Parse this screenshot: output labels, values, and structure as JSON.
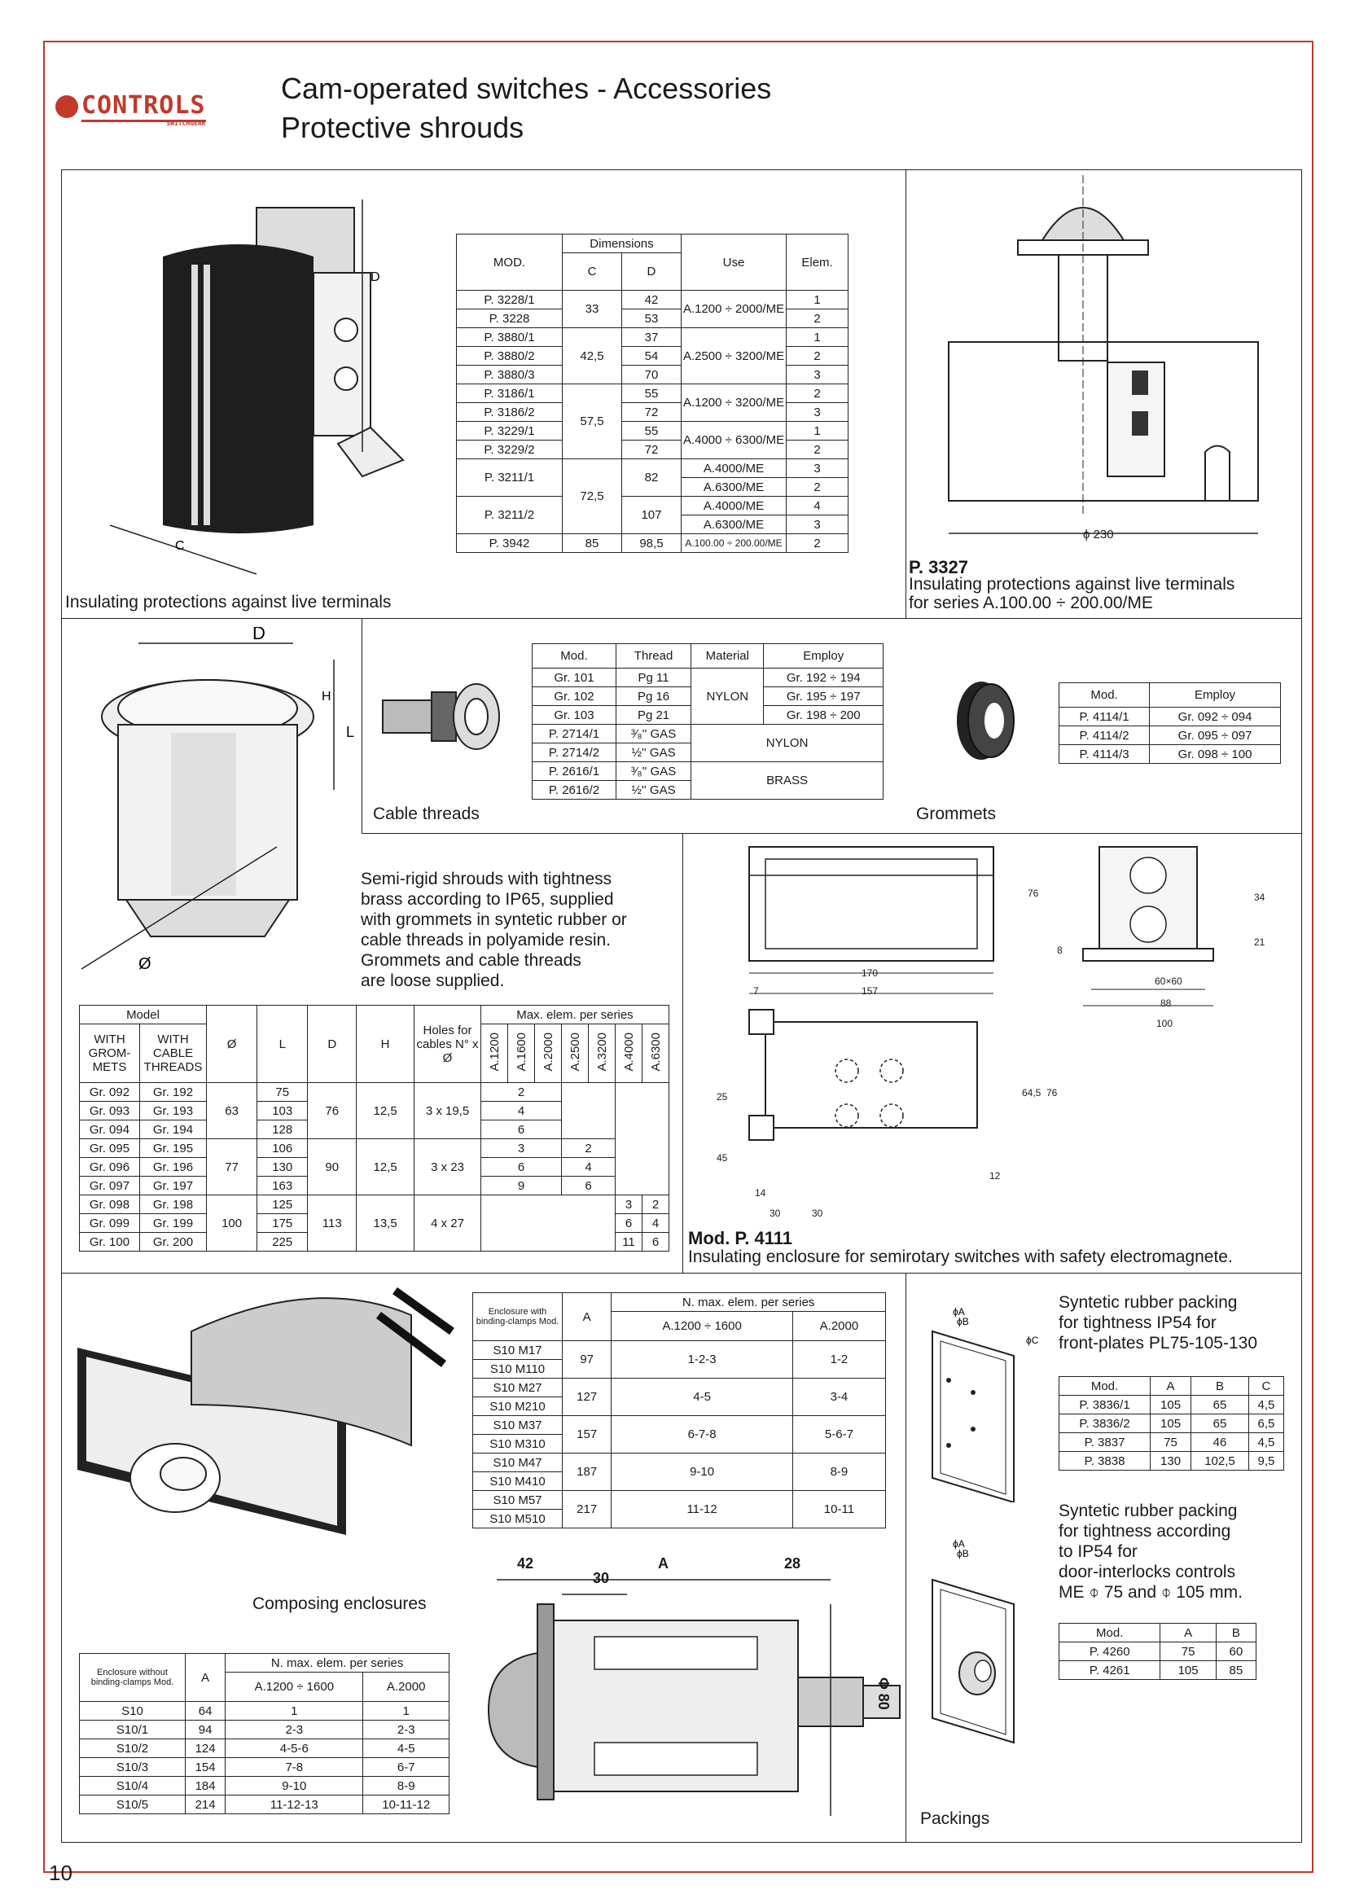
{
  "header": {
    "logo": "CONTROLS",
    "logo_sub": "SWITCHGEAR",
    "title_line1": "Cam-operated switches - Accessories",
    "title_line2": "Protective shrouds"
  },
  "page_number": "10",
  "section1": {
    "caption": "Insulating protections against live terminals",
    "drawing_labels": {
      "c": "C",
      "d": "D"
    },
    "table": {
      "headers": {
        "mod": "MOD.",
        "dimensions": "Dimensions",
        "c": "C",
        "d": "D",
        "use": "Use",
        "elem": "Elem."
      },
      "rows": [
        [
          "P. 3228/1",
          "33",
          "42",
          "A.1200 ÷ 2000/ME",
          "1"
        ],
        [
          "P. 3228",
          "",
          "53",
          "",
          "2"
        ],
        [
          "P. 3880/1",
          "42,5",
          "37",
          "",
          "1"
        ],
        [
          "P. 3880/2",
          "",
          "54",
          "A.2500 ÷ 3200/ME",
          "2"
        ],
        [
          "P. 3880/3",
          "",
          "70",
          "",
          "3"
        ],
        [
          "P. 3186/1",
          "57,5",
          "55",
          "A.1200 ÷ 3200/ME",
          "2"
        ],
        [
          "P. 3186/2",
          "",
          "72",
          "",
          "3"
        ],
        [
          "P. 3229/1",
          "",
          "55",
          "A.4000 ÷ 6300/ME",
          "1"
        ],
        [
          "P. 3229/2",
          "",
          "72",
          "",
          "2"
        ],
        [
          "P. 3211/1",
          "72,5",
          "82",
          "A.4000/ME",
          "3"
        ],
        [
          "",
          "",
          "",
          "A.6300/ME",
          "2"
        ],
        [
          "P. 3211/2",
          "",
          "107",
          "A.4000/ME",
          "4"
        ],
        [
          "",
          "",
          "",
          "A.6300/ME",
          "3"
        ],
        [
          "P. 3942",
          "85",
          "98,5",
          "A.100.00 ÷ 200.00/ME",
          "2"
        ]
      ]
    }
  },
  "p3327": {
    "dim": "ϕ 230",
    "title": "P. 3327",
    "desc1": "Insulating protections against live terminals",
    "desc2": "for series A.100.00 ÷ 200.00/ME"
  },
  "shroud_labels": {
    "d": "D",
    "h": "H",
    "l": "L",
    "phi": "Ø"
  },
  "cable_threads": {
    "caption": "Cable threads",
    "headers": {
      "mod": "Mod.",
      "thread": "Thread",
      "material": "Material",
      "employ": "Employ"
    },
    "rows": [
      [
        "Gr. 101",
        "Pg 11",
        "Gr. 192 ÷ 194"
      ],
      [
        "Gr. 102",
        "Pg 16",
        "Gr. 195 ÷ 197"
      ],
      [
        "Gr. 103",
        "Pg 21",
        "Gr. 198 ÷ 200"
      ],
      [
        "P. 2714/1",
        "³⁄₈'' GAS",
        ""
      ],
      [
        "P. 2714/2",
        "½'' GAS",
        ""
      ],
      [
        "P. 2616/1",
        "³⁄₈'' GAS",
        ""
      ],
      [
        "P. 2616/2",
        "½'' GAS",
        ""
      ]
    ],
    "materials": {
      "nylon1": "NYLON",
      "nylon2": "NYLON",
      "brass": "BRASS"
    }
  },
  "grommets": {
    "caption": "Grommets",
    "headers": {
      "mod": "Mod.",
      "employ": "Employ"
    },
    "rows": [
      [
        "P. 4114/1",
        "Gr. 092 ÷ 094"
      ],
      [
        "P. 4114/2",
        "Gr. 095 ÷ 097"
      ],
      [
        "P. 4114/3",
        "Gr. 098 ÷ 100"
      ]
    ]
  },
  "semirigid": {
    "lines": [
      "Semi-rigid shrouds with tightness",
      "brass according to IP65, supplied",
      "with grommets in syntetic rubber or",
      "cable threads in polyamide resin.",
      "Grommets and cable threads",
      "are loose supplied."
    ]
  },
  "model_table": {
    "headers": {
      "model": "Model",
      "with_grommets": "WITH GROM- METS",
      "with_cable_threads": "WITH CABLE THREADS",
      "phi": "Ø",
      "l": "L",
      "d": "D",
      "h": "H",
      "holes": "Holes for cables N° x Ø",
      "max_elem": "Max. elem. per series",
      "series": [
        "A.1200",
        "A.1600",
        "A.2000",
        "A.2500",
        "A.3200",
        "A.4000",
        "A.6300"
      ]
    },
    "rows": [
      {
        "g": "Gr. 092",
        "c": "Gr. 192",
        "l": "75",
        "e1": "2",
        "e2": "",
        "e3": "",
        "": ""
      },
      {
        "g": "Gr. 093",
        "c": "Gr. 193",
        "l": "103",
        "e1": "4",
        "e2": "",
        "e3": ""
      },
      {
        "g": "Gr. 094",
        "c": "Gr. 194",
        "l": "128",
        "e1": "6",
        "e2": "",
        "e3": ""
      },
      {
        "g": "Gr. 095",
        "c": "Gr. 195",
        "l": "106",
        "e1": "3",
        "e2": "2",
        "e3": ""
      },
      {
        "g": "Gr. 096",
        "c": "Gr. 196",
        "l": "130",
        "e1": "6",
        "e2": "4",
        "e3": ""
      },
      {
        "g": "Gr. 097",
        "c": "Gr. 197",
        "l": "163",
        "e1": "9",
        "e2": "6",
        "e3": ""
      },
      {
        "g": "Gr. 098",
        "c": "Gr. 198",
        "l": "125",
        "e1": "",
        "e2": "",
        "e3": "3",
        "e4": "2"
      },
      {
        "g": "Gr. 099",
        "c": "Gr. 199",
        "l": "175",
        "e1": "",
        "e2": "",
        "e3": "6",
        "e4": "4"
      },
      {
        "g": "Gr. 100",
        "c": "Gr. 200",
        "l": "225",
        "e1": "",
        "e2": "",
        "e3": "11",
        "e4": "6"
      }
    ],
    "groups": [
      {
        "phi": "63",
        "d": "76",
        "h": "12,5",
        "holes": "3 x 19,5"
      },
      {
        "phi": "77",
        "d": "90",
        "h": "12,5",
        "holes": "3 x 23"
      },
      {
        "phi": "100",
        "d": "113",
        "h": "13,5",
        "holes": "4 x 27"
      }
    ]
  },
  "p4111": {
    "title": "Mod. P. 4111",
    "desc": "Insulating enclosure for semirotary switches with safety electromagnete.",
    "dims": {
      "d170": "170",
      "d157": "157",
      "d7": "7",
      "d76a": "76",
      "d34": "34",
      "d21": "21",
      "d8": "8",
      "d60": "60×60",
      "d88": "88",
      "d100": "100",
      "d25": "25",
      "d45": "45",
      "d645": "64,5",
      "d76b": "76",
      "d12": "12",
      "d14": "14",
      "d30a": "30",
      "d30b": "30"
    }
  },
  "composing": {
    "caption": "Composing enclosures",
    "with_clamps": {
      "header_mod": "Enclosure with binding-clamps Mod.",
      "header_a": "A",
      "header_n": "N. max. elem. per series",
      "series": [
        "A.1200 ÷ 1600",
        "A.2000"
      ],
      "rows": [
        [
          "S10 M17",
          "S10 M110",
          "97",
          "1-2-3",
          "1-2"
        ],
        [
          "S10 M27",
          "S10 M210",
          "127",
          "4-5",
          "3-4"
        ],
        [
          "S10 M37",
          "S10 M310",
          "157",
          "6-7-8",
          "5-6-7"
        ],
        [
          "S10 M47",
          "S10 M410",
          "187",
          "9-10",
          "8-9"
        ],
        [
          "S10 M57",
          "S10 M510",
          "217",
          "11-12",
          "10-11"
        ]
      ]
    },
    "without_clamps": {
      "header_mod": "Enclosure without binding-clamps Mod.",
      "header_a": "A",
      "header_n": "N. max. elem. per series",
      "series": [
        "A.1200 ÷ 1600",
        "A.2000"
      ],
      "rows": [
        [
          "S10",
          "64",
          "1",
          "1"
        ],
        [
          "S10/1",
          "94",
          "2-3",
          "2-3"
        ],
        [
          "S10/2",
          "124",
          "4-5-6",
          "4-5"
        ],
        [
          "S10/3",
          "154",
          "7-8",
          "6-7"
        ],
        [
          "S10/4",
          "184",
          "9-10",
          "8-9"
        ],
        [
          "S10/5",
          "214",
          "11-12-13",
          "10-11-12"
        ]
      ]
    },
    "dims": {
      "d42": "42",
      "da": "A",
      "d28": "28",
      "d30": "30",
      "d80": "Φ 80"
    }
  },
  "packings": {
    "caption": "Packings",
    "p1_lines": [
      "Syntetic rubber packing",
      "for tightness IP54 for",
      "front-plates PL75-105-130"
    ],
    "p1_headers": [
      "Mod.",
      "A",
      "B",
      "C"
    ],
    "p1_rows": [
      [
        "P. 3836/1",
        "105",
        "65",
        "4,5"
      ],
      [
        "P. 3836/2",
        "105",
        "65",
        "6,5"
      ],
      [
        "P. 3837",
        "75",
        "46",
        "4,5"
      ],
      [
        "P. 3838",
        "130",
        "102,5",
        "9,5"
      ]
    ],
    "p2_lines": [
      "Syntetic rubber packing",
      "for tightness according",
      "to IP54 for",
      "door-interlocks controls",
      "ME ⌽ 75 and ⌽ 105 mm."
    ],
    "p2_headers": [
      "Mod.",
      "A",
      "B"
    ],
    "p2_rows": [
      [
        "P. 4260",
        "75",
        "60"
      ],
      [
        "P. 4261",
        "105",
        "85"
      ]
    ],
    "drawing_labels": {
      "a": "ϕA",
      "b": "ϕB",
      "c": "ϕC"
    }
  }
}
